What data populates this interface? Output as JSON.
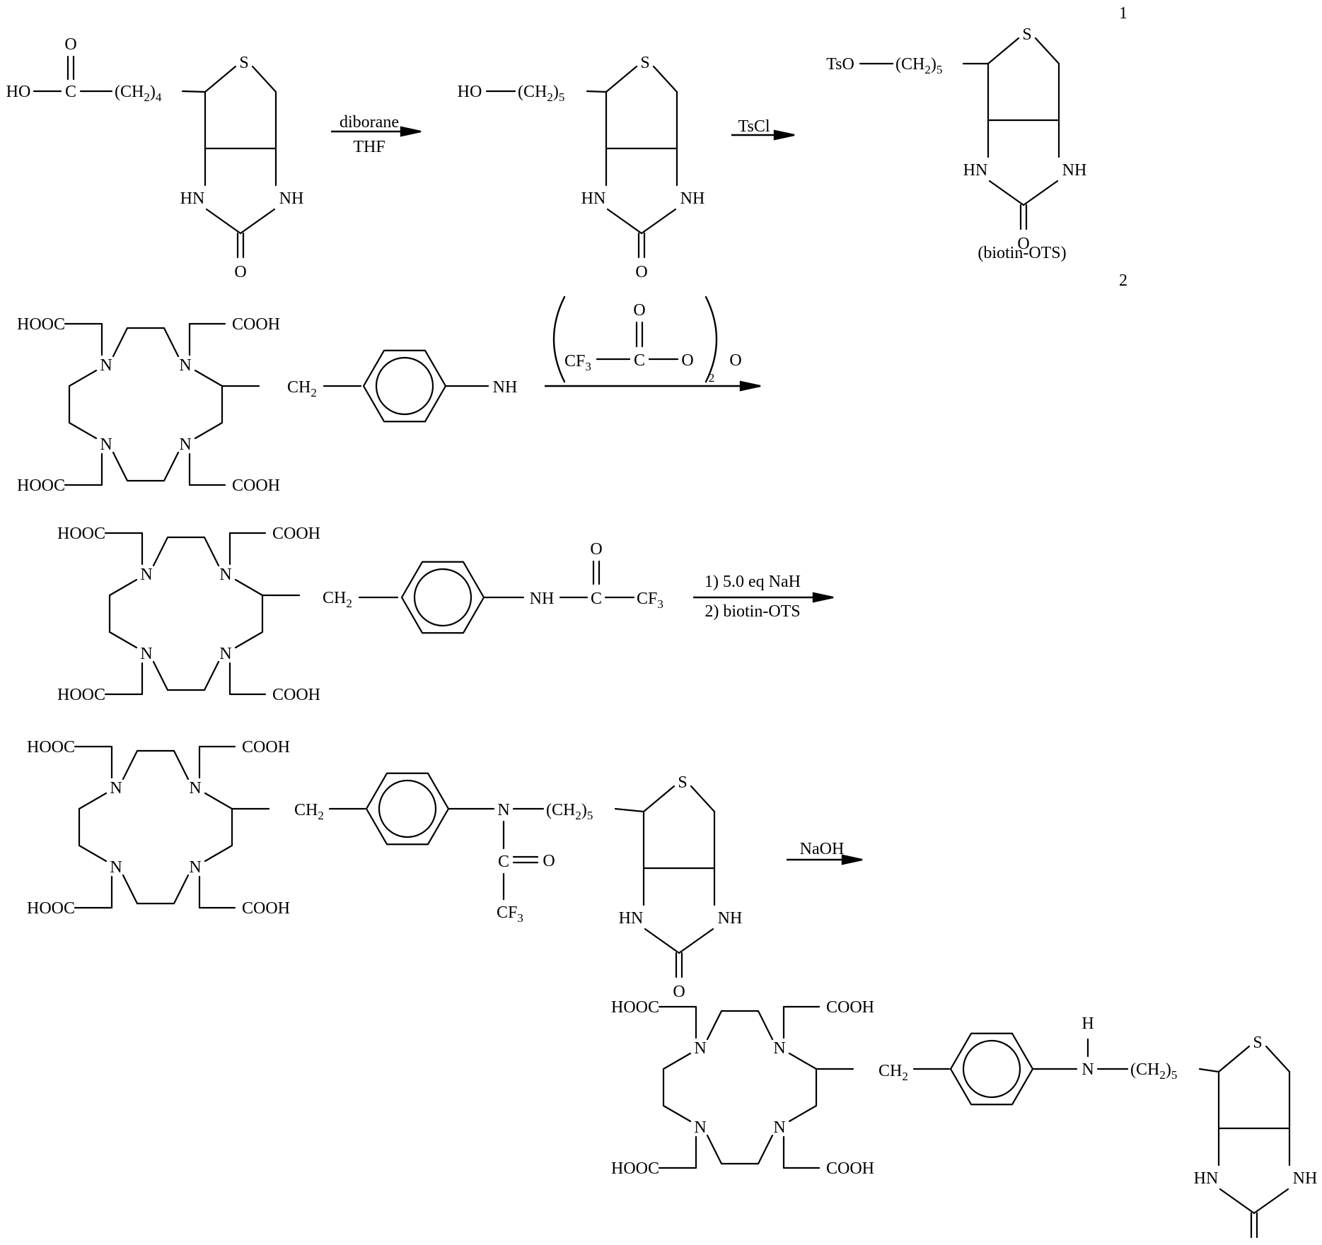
{
  "scheme_numbers": [
    "1",
    "2"
  ],
  "step1": {
    "reagent_top": "diborane",
    "reagent_bottom": "THF"
  },
  "step2": {
    "reagent": "TsCl"
  },
  "step3": {
    "reagent_sub": "2"
  },
  "step4": {
    "reagent_1": "1) 5.0 eq NaH",
    "reagent_2": "2) biotin-OTS"
  },
  "step5": {
    "reagent": "NaOH"
  },
  "compound_caption": "(biotin-OTS)",
  "labels": {
    "s": "S",
    "hn": "HN",
    "nh": "NH",
    "o": "O",
    "c": "C",
    "n": "N",
    "h": "H",
    "ho": "HO",
    "tso": "TsO",
    "ch2": "(CH",
    "close": ")",
    "sub2": "2",
    "sub4": "4",
    "sub5": "5",
    "sub3": "3",
    "hooc": "HOOC",
    "cooh": "COOH",
    "ch2_plain": "CH",
    "nh_amine": "NH",
    "cf3": "CF",
    "nh_amide": "NH"
  }
}
